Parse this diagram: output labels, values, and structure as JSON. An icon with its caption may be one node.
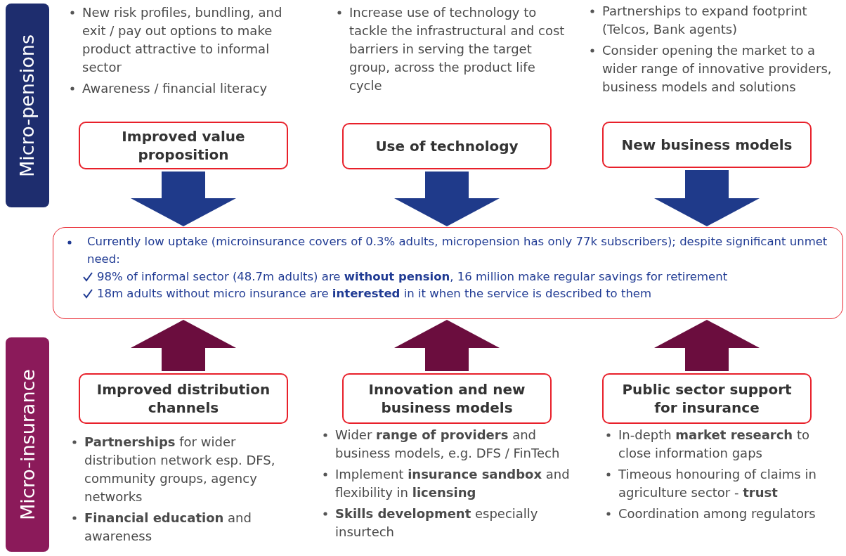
{
  "diagram": {
    "nodes": [
      {
        "text": [
          "Micro-pensions"
        ]
      },
      {
        "text": [
          "Micro-insurance"
        ]
      },
      {
        "text": [
          "Improved value proposition"
        ],
        "beside": [
          "New risk profiles, bundling, and exit / pay out options to make product attractive to informal sector",
          "Awareness / financial literacy"
        ]
      },
      {
        "text": [
          "Use of technology"
        ],
        "beside": [
          "Increase use of technology to tackle the infrastructural and cost barriers in serving the target group, across the product life cycle"
        ]
      },
      {
        "text": [
          "New business models"
        ],
        "beside": [
          "Partnerships to expand footprint (Telcos, Bank agents)",
          "Consider opening the market to a wider range of innovative providers, business models and solutions"
        ]
      },
      {
        "text": [
          "Currently low uptake (microinsurance covers of 0.3% adults, micropension has only 77k subscribers); despite significant unmet need:",
          "98% of informal sector (48.7m adults) are **without pension**, 16 million make regular savings for retirement",
          "18m adults without micro insurance are **interested** in it when the service is described to them"
        ]
      },
      {
        "text": [
          "Improved distribution channels"
        ],
        "beside": [
          "**Partnerships** for wider distribution network esp. DFS, community groups, agency networks",
          "**Financial education** and awareness"
        ]
      },
      {
        "text": [
          "Innovation and new business models"
        ],
        "beside": [
          "Wider **range of providers** and business models, e.g. DFS / FinTech",
          "Implement **insurance sandbox** and flexibility in **licensing**",
          "**Skills development** especially insurtech"
        ]
      },
      {
        "text": [
          "Public sector support for insurance"
        ],
        "beside": [
          "In-depth **market research** to close information gaps",
          "Timeous honouring of claims in agriculture sector - **trust**",
          "Coordination among regulators"
        ]
      }
    ],
    "edges": [
      {
        "from": 2,
        "to": 5,
        "arrow": "to",
        "style": "thick",
        "color": "#1f3a8a"
      },
      {
        "from": 3,
        "to": 5,
        "arrow": "to",
        "style": "thick",
        "color": "#1f3a8a"
      },
      {
        "from": 4,
        "to": 5,
        "arrow": "to",
        "style": "thick",
        "color": "#1f3a8a"
      },
      {
        "from": 6,
        "to": 5,
        "arrow": "to",
        "style": "thick",
        "color": "#6b0d3e"
      },
      {
        "from": 7,
        "to": 5,
        "arrow": "to",
        "style": "thick",
        "color": "#6b0d3e"
      },
      {
        "from": 8,
        "to": 5,
        "arrow": "to",
        "style": "thick",
        "color": "#6b0d3e"
      }
    ]
  }
}
